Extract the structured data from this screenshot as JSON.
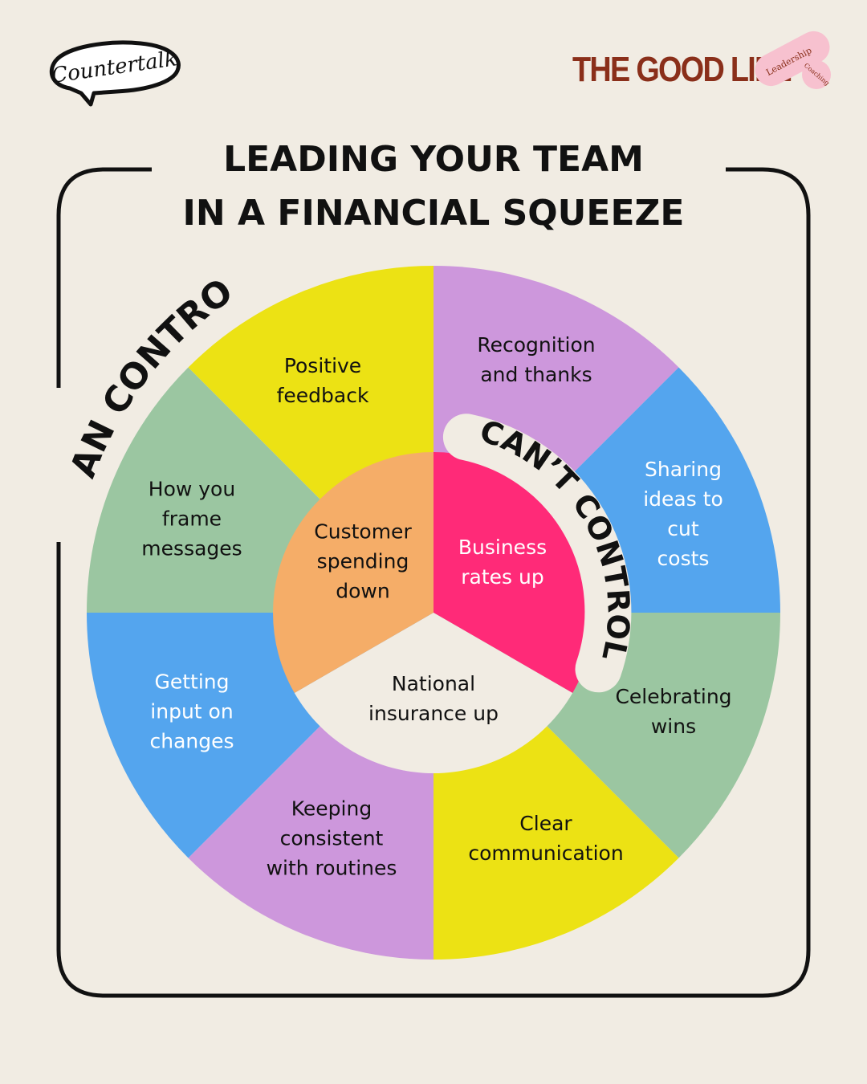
{
  "logos": {
    "countertalk": "Countertalk",
    "the_good_life": "THE GOOD LIFE",
    "leadership": "Leadership",
    "coaching": "Coaching"
  },
  "title": {
    "line1": "LEADING YOUR TEAM",
    "line2": "IN A FINANCIAL SQUEEZE"
  },
  "can_control_label": "CAN CONTROL",
  "cant_control_label": "CAN’T CONTROL",
  "outer_segments": [
    {
      "lines": [
        "Recognition",
        "and thanks"
      ],
      "color": "#cd97dc",
      "text_color": "#111111"
    },
    {
      "lines": [
        "Sharing",
        "ideas to",
        "cut",
        "costs"
      ],
      "color": "#54a5ee",
      "text_color": "#ffffff"
    },
    {
      "lines": [
        "Celebrating",
        "wins"
      ],
      "color": "#9bc6a1",
      "text_color": "#111111"
    },
    {
      "lines": [
        "Clear",
        "communication"
      ],
      "color": "#ece214",
      "text_color": "#111111"
    },
    {
      "lines": [
        "Keeping",
        "consistent",
        "with routines"
      ],
      "color": "#cd97dc",
      "text_color": "#111111"
    },
    {
      "lines": [
        "Getting",
        "input on",
        "changes"
      ],
      "color": "#54a5ee",
      "text_color": "#ffffff"
    },
    {
      "lines": [
        "How you",
        "frame",
        "messages"
      ],
      "color": "#9bc6a1",
      "text_color": "#111111"
    },
    {
      "lines": [
        "Positive",
        "feedback"
      ],
      "color": "#ece214",
      "text_color": "#111111"
    }
  ],
  "inner_segments": [
    {
      "lines": [
        "Business",
        "rates up"
      ],
      "color": "#ff2a78",
      "text_color": "#ffffff"
    },
    {
      "lines": [
        "National",
        "insurance up"
      ],
      "color": "#f1ece3",
      "text_color": "#111111"
    },
    {
      "lines": [
        "Customer",
        "spending",
        "down"
      ],
      "color": "#f5ad68",
      "text_color": "#111111"
    }
  ],
  "colors": {
    "background": "#f1ece3",
    "frame": "#111111",
    "brand": "#8a2f1a",
    "brand_badge": "#f7c1cf"
  }
}
